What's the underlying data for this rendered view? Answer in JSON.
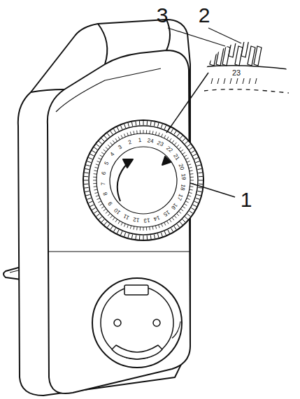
{
  "diagram": {
    "labels": [
      "3",
      "2",
      "23",
      "1",
      "24",
      "23",
      "22",
      "21",
      "20",
      "19",
      "18",
      "17",
      "16",
      "15",
      "14",
      "13",
      "12",
      "11",
      "10",
      "9",
      "8",
      "7",
      "6",
      "5",
      "4",
      "3",
      "2",
      "1"
    ]
  }
}
